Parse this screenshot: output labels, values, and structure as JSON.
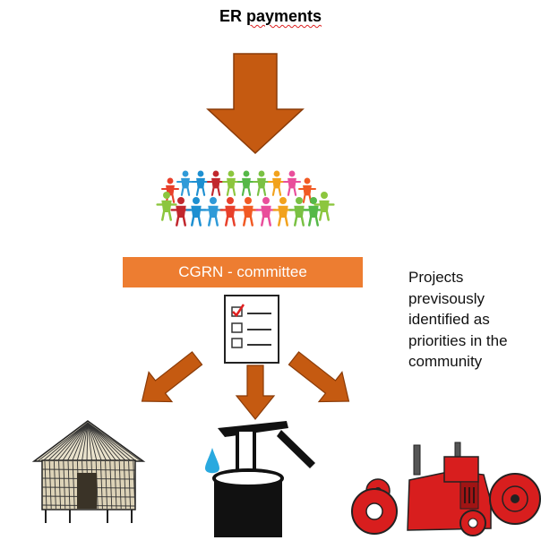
{
  "title": {
    "word1": "ER",
    "word2": "payments"
  },
  "committee_label": "CGRN - committee",
  "note_lines": [
    "Projects",
    "previsously",
    "identified as",
    "priorities in the",
    "community"
  ],
  "colors": {
    "arrow": "#c55a11",
    "arrow_stroke": "#8a3b08",
    "committee_bar": "#ed7d31",
    "tractor": "#d81e1e",
    "water_drop": "#29a9df"
  },
  "icons": [
    "people-circle-icon",
    "checklist-icon",
    "hut-icon",
    "water-pump-icon",
    "tractor-icon"
  ]
}
